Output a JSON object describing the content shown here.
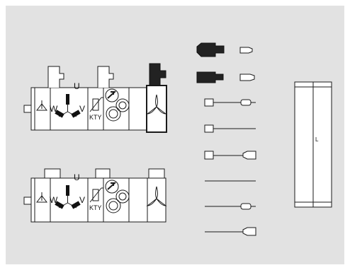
{
  "module_upper": {
    "winding_labels": {
      "u": "U",
      "v": "V",
      "w": "W"
    },
    "sensor_label": "KTY"
  },
  "module_lower": {
    "winding_labels": {
      "u": "U",
      "v": "V",
      "w": "W"
    },
    "sensor_label": "KTY"
  },
  "panel": {
    "label": "L"
  },
  "colors": {
    "background": "#e2e2e2",
    "stroke": "#1a1a1a",
    "highlight_fill": "#222222"
  }
}
